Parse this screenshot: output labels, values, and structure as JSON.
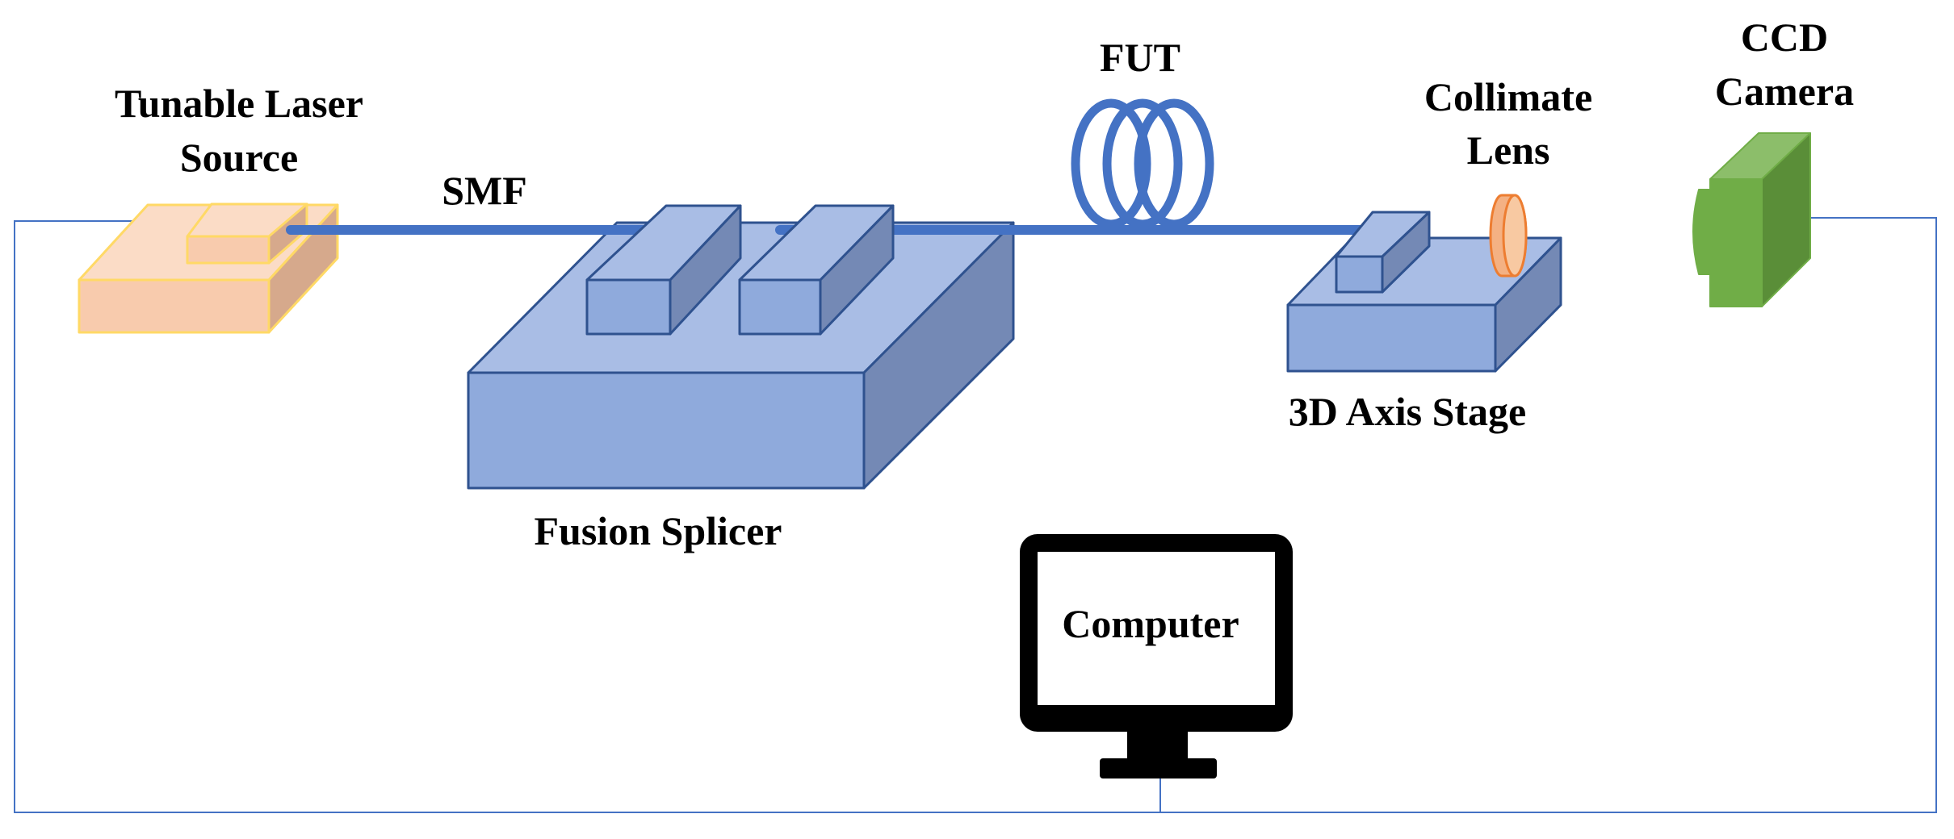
{
  "labels": {
    "laser_line1": "Tunable Laser",
    "laser_line2": "Source",
    "smf": "SMF",
    "fut": "FUT",
    "splicer": "Fusion Splicer",
    "lens_line1": "Collimate",
    "lens_line2": "Lens",
    "stage": "3D Axis Stage",
    "camera_line1": "CCD",
    "camera_line2": "Camera",
    "computer": "Computer"
  },
  "colors": {
    "fiber": "#4472C4",
    "splicer_front": "#8FAADC",
    "splicer_top": "#A9BDE5",
    "splicer_side": "#7489B5",
    "outline": "#2F528F",
    "laser_fill": "#F8CBAD",
    "laser_outline": "#FFD966",
    "lens_fill": "#F4B183",
    "lens_outline": "#ED7D31",
    "camera_front": "#70AD47",
    "camera_top": "#8CBE6A",
    "camera_side": "#5A8E38",
    "wire": "#4472C4",
    "monitor": "#000000"
  },
  "icons": {
    "laser": "tunable-laser-icon",
    "splicer": "fusion-splicer-icon",
    "coil": "fiber-coil-icon",
    "stage": "stage-icon",
    "lens": "lens-icon",
    "camera": "camera-icon",
    "monitor": "monitor-icon"
  }
}
